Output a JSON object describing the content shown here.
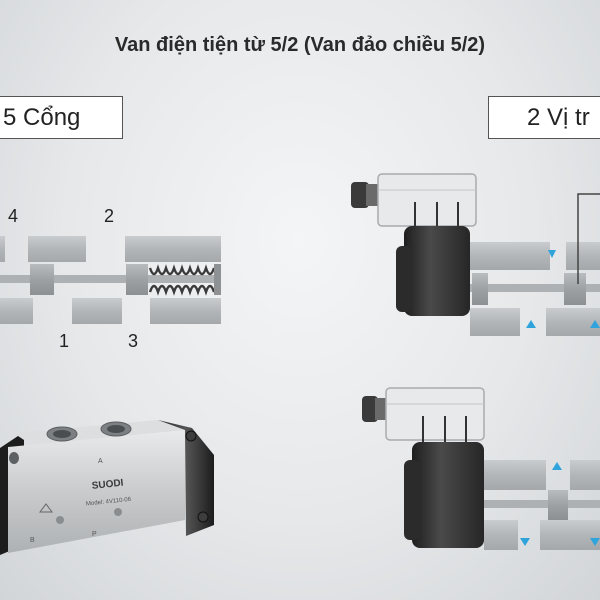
{
  "title": "Van điện tiện từ 5/2 (Van đảo chiều 5/2)",
  "label_left": "5 Cổng",
  "label_right": "2 Vị tr",
  "ports": {
    "p4": "4",
    "p2": "2",
    "p1": "1",
    "p3": "3"
  },
  "valve_brand": "SUODI",
  "valve_markings": {
    "a": "A",
    "b": "B",
    "p": "P",
    "model_line": "Model: 4V110-06"
  }
}
